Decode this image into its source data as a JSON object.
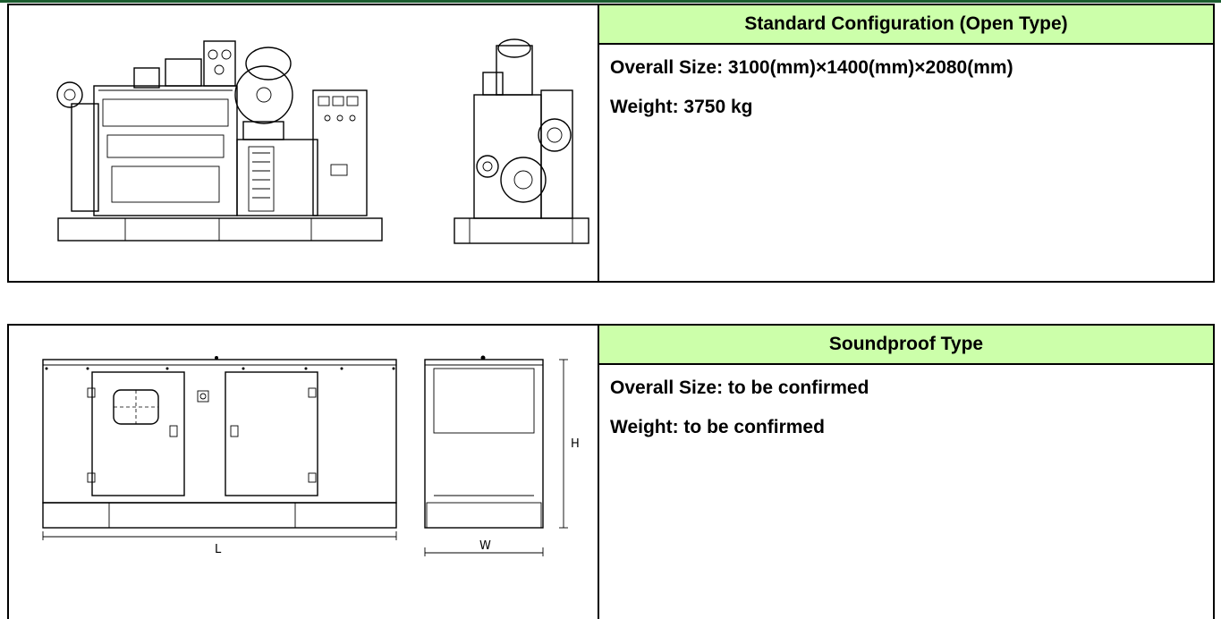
{
  "sections": [
    {
      "header": "Standard Configuration (Open Type)",
      "size_line": "Overall Size: 3100(mm)×1400(mm)×2080(mm)",
      "weight_line": "Weight: 3750 kg",
      "drawing_icon": "open-type-genset-drawing"
    },
    {
      "header": "Soundproof Type",
      "size_line": "Overall Size: to be confirmed",
      "weight_line": "Weight: to be confirmed",
      "drawing_icon": "soundproof-genset-drawing",
      "dimension_labels": {
        "length": "L",
        "width": "W",
        "height": "H"
      }
    }
  ],
  "colors": {
    "header_bg": "#ccffaa",
    "border": "#000000",
    "top_line": "#1a5c2e"
  }
}
